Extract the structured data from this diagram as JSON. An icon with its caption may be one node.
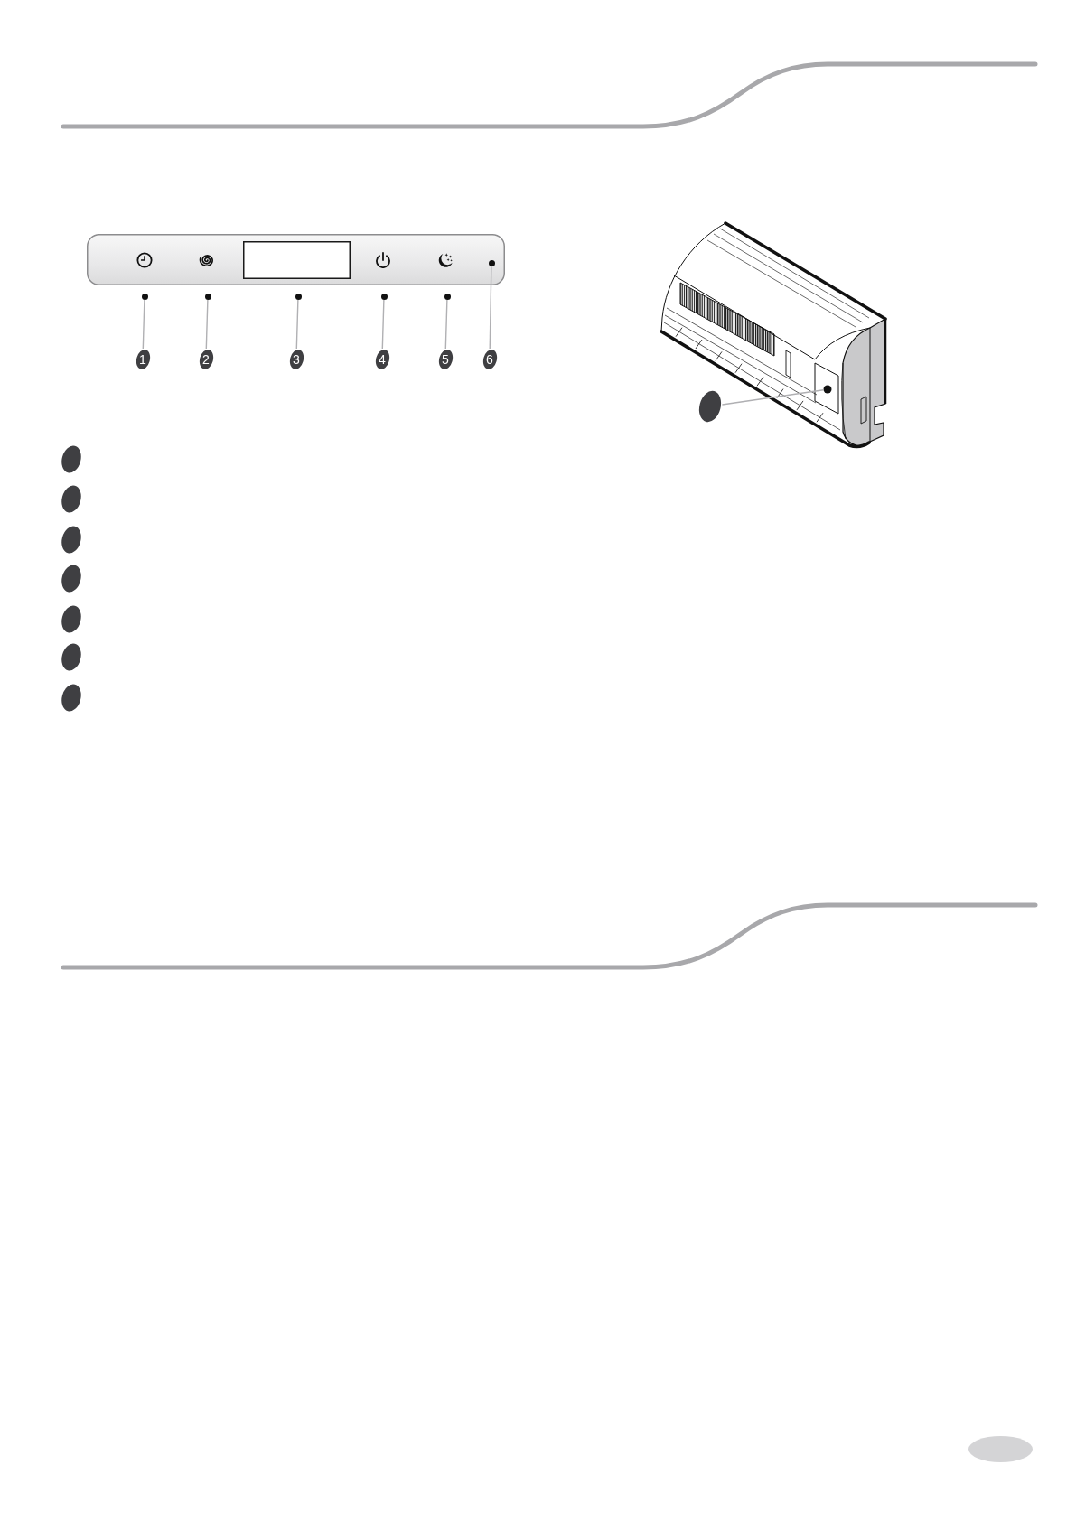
{
  "diagram": {
    "nodes": [
      {
        "text": [
          "1"
        ]
      },
      {
        "text": [
          "2"
        ]
      },
      {
        "text": [
          "3"
        ]
      },
      {
        "text": [
          "4"
        ]
      },
      {
        "text": [
          "5"
        ]
      },
      {
        "text": [
          "6"
        ]
      },
      {
        "text": [],
        "shape": "dot"
      },
      {
        "text": [],
        "shape": "dot"
      },
      {
        "text": [],
        "shape": "dot"
      },
      {
        "text": [],
        "shape": "dot"
      },
      {
        "text": [],
        "shape": "dot"
      },
      {
        "text": [],
        "shape": "dot"
      },
      {
        "text": [],
        "shape": "picture"
      },
      {
        "text": [],
        "shape": "dot",
        "in": 12
      },
      {
        "text": [],
        "shape": "ellipse",
        "in": 12
      },
      {
        "text": [],
        "shape": "ellipse"
      },
      {
        "text": [],
        "shape": "ellipse"
      },
      {
        "text": [],
        "shape": "ellipse"
      },
      {
        "text": [],
        "shape": "ellipse"
      },
      {
        "text": [],
        "shape": "ellipse"
      },
      {
        "text": [],
        "shape": "ellipse"
      },
      {
        "text": [],
        "shape": "ellipse"
      }
    ],
    "edges": [
      {
        "from": 0,
        "to": 6,
        "arrow": "none"
      },
      {
        "from": 1,
        "to": 7,
        "arrow": "none"
      },
      {
        "from": 2,
        "to": 8,
        "arrow": "none"
      },
      {
        "from": 3,
        "to": 9,
        "arrow": "none"
      },
      {
        "from": 4,
        "to": 10,
        "arrow": "none"
      },
      {
        "from": 5,
        "to": 11,
        "arrow": "none"
      },
      {
        "from": 14,
        "to": 13,
        "arrow": "none"
      }
    ]
  }
}
